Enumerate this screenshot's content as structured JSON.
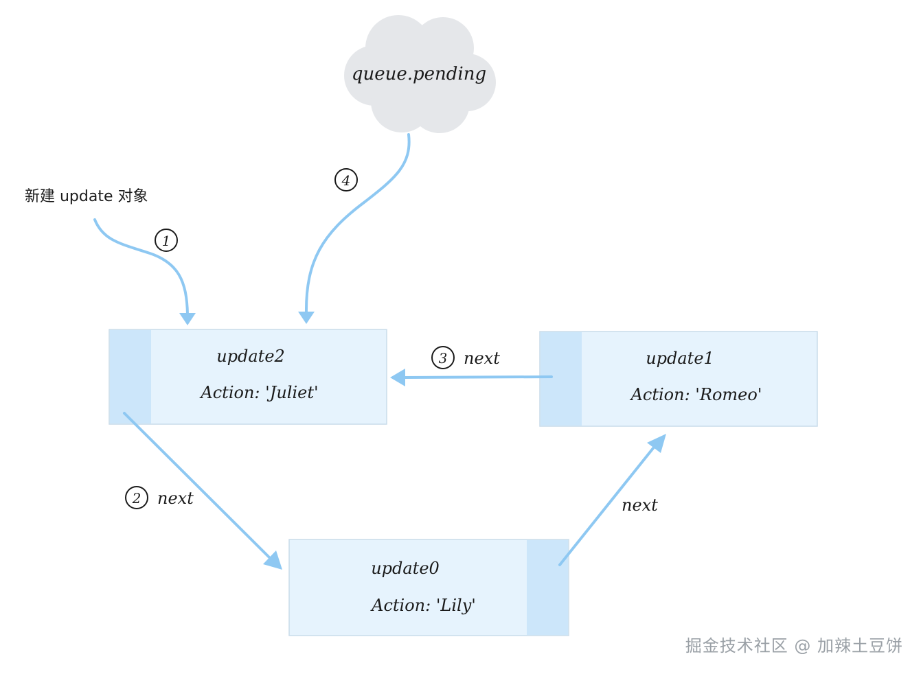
{
  "cloud": {
    "label": "queue.pending"
  },
  "intro_label": "新建 update 对象",
  "nodes": [
    {
      "title": "update2",
      "action": "Action: 'Juliet'"
    },
    {
      "title": "update1",
      "action": "Action: 'Romeo'"
    },
    {
      "title": "update0",
      "action": "Action: 'Lily'"
    }
  ],
  "edges": {
    "step1": {
      "number": "1"
    },
    "step2": {
      "number": "2",
      "label": "next"
    },
    "step3": {
      "number": "3",
      "label": "next"
    },
    "step4": {
      "number": "4"
    },
    "loop": {
      "label": "next"
    }
  },
  "watermark": "掘金技术社区 @ 加辣土豆饼",
  "colors": {
    "node_fill": "#e6f3fd",
    "node_strip": "#cce6fa",
    "arrow": "#8ec8f2",
    "cloud": "#e5e7ea"
  }
}
